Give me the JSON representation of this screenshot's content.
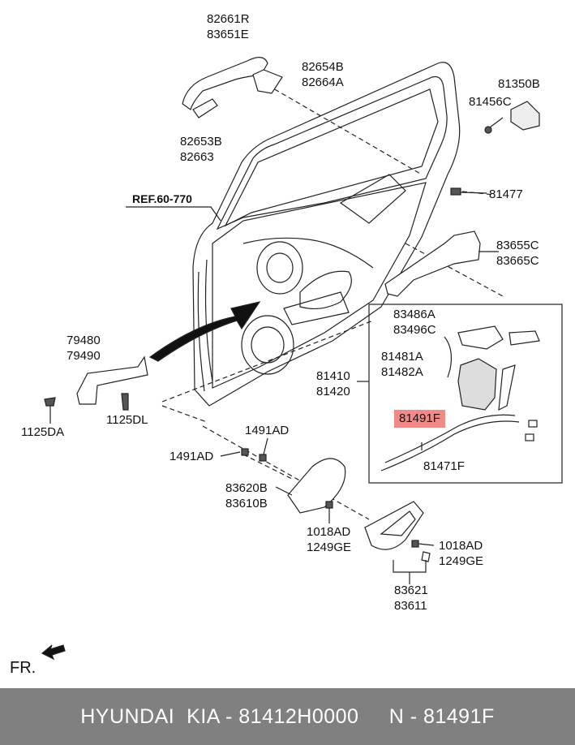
{
  "labels": {
    "outside_handle": [
      "82661R",
      "83651E"
    ],
    "handle_pad": [
      "82654B",
      "82664A"
    ],
    "handle_gasket": [
      "82653B",
      "82663"
    ],
    "ref": "REF.60-770",
    "hinge_cover": [
      "81350B"
    ],
    "hinge_bolt": [
      "81456C"
    ],
    "screw": "81477",
    "handle_base": [
      "83655C",
      "83665C"
    ],
    "checker": [
      "79480",
      "79490"
    ],
    "bolt_left": "1125DA",
    "bolt_right": "1125DL",
    "latch_assy": [
      "81410",
      "81420"
    ],
    "rod": [
      "83486A",
      "83496C"
    ],
    "clip": [
      "81481A",
      "81482A"
    ],
    "cable_hl": "81491F",
    "cable": "81471F",
    "nut_top": "1491AD",
    "nut_left": "1491AD",
    "inside_handle": [
      "83620B",
      "83610B"
    ],
    "screw_mid": [
      "1018AD",
      "1249GE"
    ],
    "screw_right": [
      "1018AD",
      "1249GE"
    ],
    "inside_bezel": [
      "83621",
      "83611"
    ]
  },
  "fr_label": "FR.",
  "footer": "HYUNDAI  KIA - 81412H0000     N - 81491F",
  "colors": {
    "highlight": "#f28a8a",
    "footer_bg": "#808080",
    "line": "#222222"
  }
}
